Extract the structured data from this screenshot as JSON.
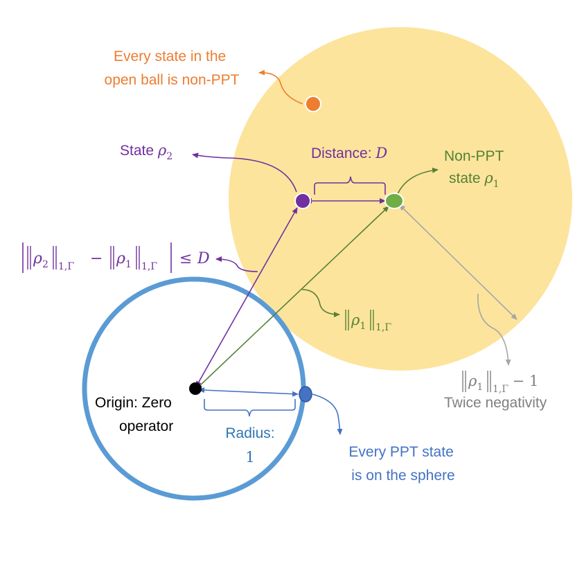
{
  "colors": {
    "ball_fill": "#fde49c",
    "sphere": "#5b9bd5",
    "orange": "#ed7d31",
    "purple": "#7030a0",
    "green": "#548235",
    "gray": "#a6a6a6",
    "blue": "#4472c4",
    "black": "#000000"
  },
  "labels": {
    "open_ball_line1": "Every state in the",
    "open_ball_line2": "open ball is non-PPT",
    "state_rho2_text": "State ",
    "rho2_sym": "ρ",
    "rho2_sub": "2",
    "distance_text": "Distance: ",
    "distance_sym": "D",
    "nonppt_line1": "Non-PPT",
    "nonppt_line2_text": "state ",
    "rho1_sym": "ρ",
    "rho1_sub": "1",
    "ineq_sym_rho": "ρ",
    "ineq_sub2": "2",
    "ineq_sub1": "1",
    "ineq_norm_sub": "1,Γ",
    "ineq_minus": "−",
    "ineq_leq": "≤",
    "ineq_D": "D",
    "norm_rho1_sym": "ρ",
    "norm_rho1_sub": "1",
    "norm_rho1_norm_sub": "1,Γ",
    "neg_formula_sym": "ρ",
    "neg_formula_sub": "1",
    "neg_formula_norm_sub": "1,Γ",
    "neg_formula_tail": " − 1",
    "twice_negativity": "Twice negativity",
    "origin_line1": "Origin: Zero",
    "origin_line2": "operator",
    "radius_line1": "Radius:",
    "radius_line2": "1",
    "ppt_line1": "Every PPT state",
    "ppt_line2": "is on the sphere"
  }
}
